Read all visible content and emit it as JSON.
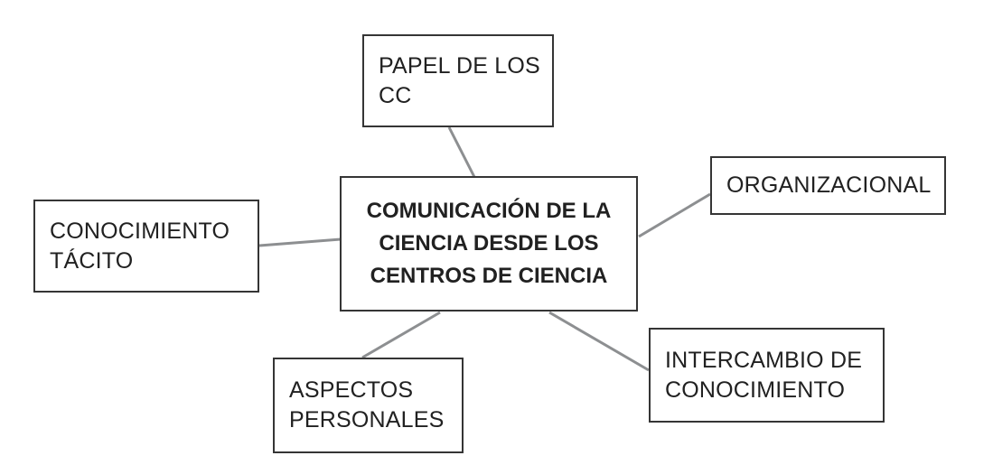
{
  "diagram": {
    "type": "concept-map",
    "colors": {
      "background": "#ffffff",
      "box_fill": "#ffffff",
      "box_border": "#353535",
      "connector": "#8d8f91",
      "text": "#212121"
    },
    "nodes": {
      "central": {
        "lines": [
          "COMUNICACIÓN DE LA",
          "CIENCIA DESDE LOS",
          "CENTROS DE CIENCIA"
        ],
        "bold": true
      },
      "papel": {
        "lines": [
          "PAPEL DE LOS",
          "CC"
        ],
        "bold": false
      },
      "organizacional": {
        "lines": [
          "ORGANIZACIONAL"
        ],
        "bold": false
      },
      "intercambio": {
        "lines": [
          "INTERCAMBIO DE",
          "CONOCIMIENTO"
        ],
        "bold": false
      },
      "aspectos": {
        "lines": [
          "ASPECTOS",
          "PERSONALES"
        ],
        "bold": false
      },
      "conocimiento": {
        "lines": [
          "CONOCIMIENTO",
          "TÁCITO"
        ],
        "bold": false
      }
    },
    "edges": [
      {
        "from": "central",
        "to": "papel"
      },
      {
        "from": "central",
        "to": "organizacional"
      },
      {
        "from": "central",
        "to": "intercambio"
      },
      {
        "from": "central",
        "to": "aspectos"
      },
      {
        "from": "central",
        "to": "conocimiento"
      }
    ]
  }
}
